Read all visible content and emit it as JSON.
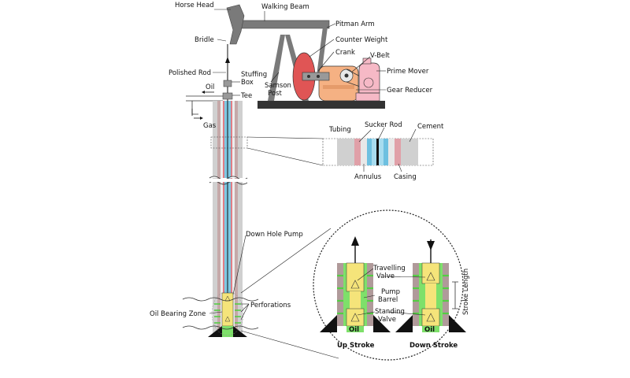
{
  "labels": {
    "horse_head": "Horse Head",
    "walking_beam": "Walking Beam",
    "pitman_arm": "Pitman Arm",
    "counter_weight": "Counter Weight",
    "crank": "Crank",
    "v_belt": "V-Belt",
    "prime_mover": "Prime Mover",
    "gear_reducer": "Gear Reducer",
    "samson_post_1": "Samson",
    "samson_post_2": "Post",
    "bridle": "Bridle",
    "polished_rod": "Polished Rod",
    "stuffing_box_1": "Stuffing",
    "stuffing_box_2": "Box",
    "oil": "Oil",
    "tee": "Tee",
    "gas": "Gas",
    "tubing": "Tubing",
    "sucker_rod": "Sucker Rod",
    "cement": "Cement",
    "annulus": "Annulus",
    "casing": "Casing",
    "down_hole_pump": "Down Hole Pump",
    "perforations": "Perforations",
    "oil_bearing_zone": "Oil Bearing Zone",
    "travelling_valve_1": "Travelling",
    "travelling_valve_2": "Valve",
    "pump_barrel_1": "Pump",
    "pump_barrel_2": "Barrel",
    "standing_valve_1": "Standing",
    "standing_valve_2": "Valve",
    "oil_left": "Oil",
    "oil_right": "Oil",
    "up_stroke": "Up Stroke",
    "down_stroke": "Down Stroke",
    "stroke_length": "Stroke Length"
  },
  "colors": {
    "casing": "#c5a9a9",
    "cement": "#d0d0d0",
    "tubing": "#e07d85",
    "annulus_fluid": "#7ec8e3",
    "pump_barrel": "#f5e47a",
    "oil": "#7ee06a",
    "gear_reducer": "#f5b183",
    "counter_weight": "#e05555",
    "prime_mover": "#f6b9c6",
    "frame": "#707070",
    "base": "#333333"
  }
}
